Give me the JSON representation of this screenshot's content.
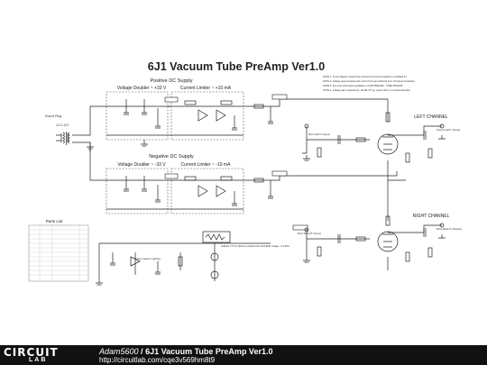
{
  "title": "6J1 Vacuum Tube PreAmp Ver1.0",
  "sections": {
    "positive_dc": "Positive DC Supply",
    "negative_dc": "Negative DC Supply",
    "vd_pos": "Voltage Doubler ~ +33 V",
    "cl_pos": "Current Limiter ~ +10 mA",
    "vd_neg": "Voltage Doubler ~ -33 V",
    "cl_neg": "Current Limiter ~ -10 mA",
    "left_channel": "LEFT CHANNEL",
    "right_channel": "RIGHT CHANNEL",
    "parts_list": "Parts List"
  },
  "labels": {
    "mains": "Sound Plug",
    "transformer": "12-0-12V",
    "left_in": "RCA LEFT (Input)",
    "left_out": "Sound LEFT (Input)",
    "right_in": "RCA RIGHT (Input)",
    "right_out": "RCA RIGHT (Output)",
    "note_led": "Tube Heater Lighting",
    "filament_note": "Fallback V HI Ac (filament) loaded half mA/A EMA voltage ~ 6.4 VDC"
  },
  "notes": [
    "NOTE 1: Circuit diagram tested from actual circuit board supplied to simplified kit",
    "NOTE 2: Voltage approximated and current limit was obtained from CircuitLab simulation.",
    "NOTE 3: For more information available on 6J1B PREAMP - TUBE PREAMP",
    "NOTE 4: Voltage gain measured at ~90 dB. 6V typ output 1kHz in a limited distortion"
  ],
  "footer": {
    "logo_top": "CIRCUIT",
    "logo_bottom": "LAB",
    "author": "Adam5600",
    "separator": " / ",
    "title": "6J1 Vacuum Tube PreAmp Ver1.0",
    "url": "http://circuitlab.com/cqe3v569hm8t9"
  },
  "colors": {
    "wire": "#222222",
    "dash": "#555555",
    "footer_bg": "#111111"
  }
}
